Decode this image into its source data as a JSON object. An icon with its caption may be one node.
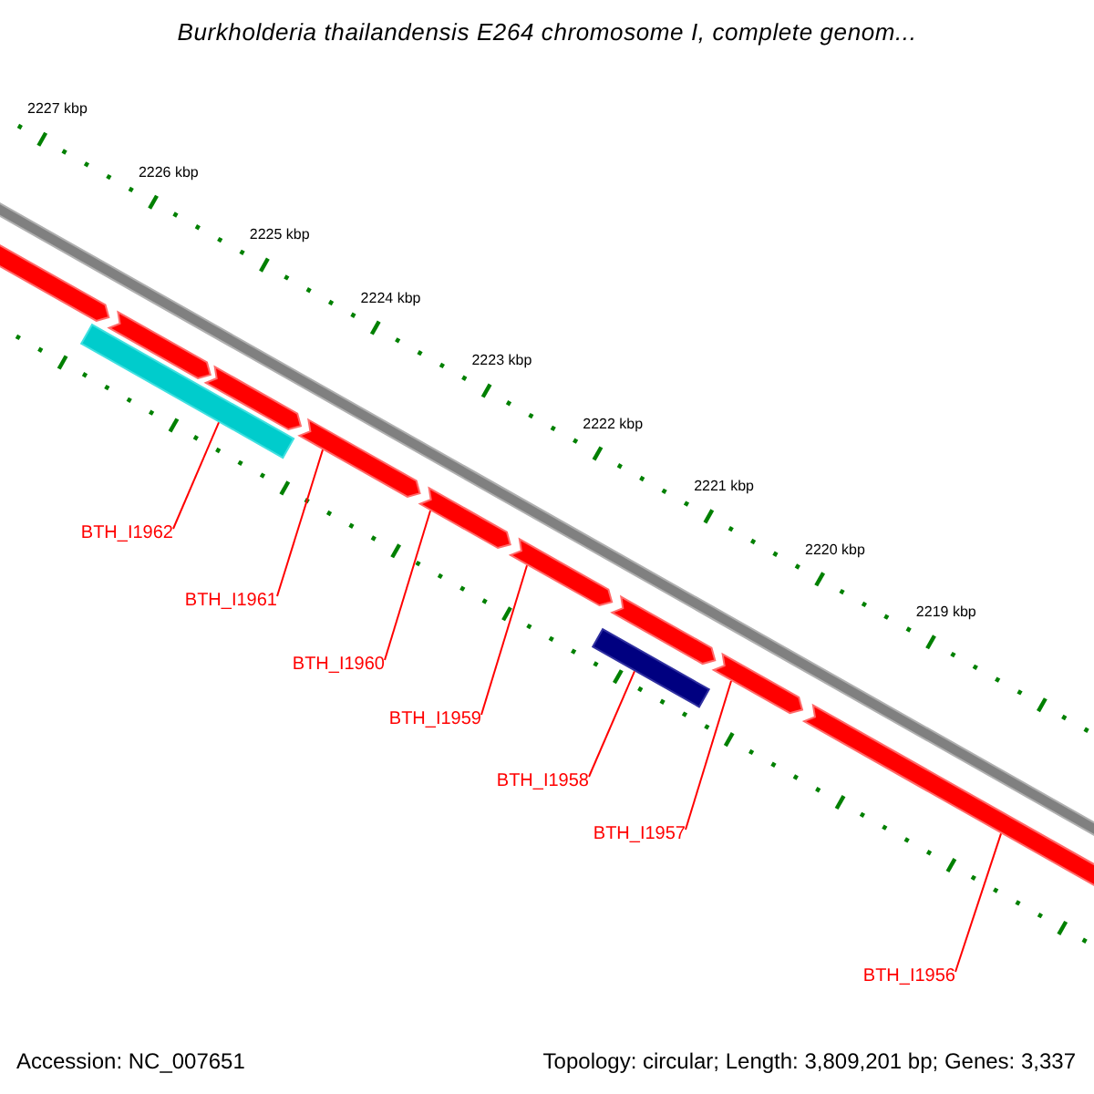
{
  "diagram": {
    "title": "Burkholderia thailandensis E264 chromosome I, complete genom...",
    "nodes": [
      {
        "text": [],
        "shape": "bar"
      },
      {
        "text": [],
        "shape": "bar"
      },
      {
        "text": [],
        "shape": "bar"
      },
      {
        "text": [],
        "shape": "bar"
      },
      {
        "text": [],
        "shape": "bar"
      },
      {
        "text": [],
        "shape": "bar"
      },
      {
        "text": [],
        "shape": "bar"
      },
      {
        "text": [],
        "shape": "bar"
      },
      {
        "text": [],
        "shape": "bar"
      },
      {
        "text": [],
        "shape": "bar"
      },
      {
        "text": [],
        "shape": "bar"
      },
      {
        "text": [
          "BTH_I1962"
        ]
      },
      {
        "text": [
          "BTH_I1961"
        ]
      },
      {
        "text": [
          "BTH_I1960"
        ]
      },
      {
        "text": [
          "BTH_I1959"
        ]
      },
      {
        "text": [
          "BTH_I1958"
        ]
      },
      {
        "text": [
          "BTH_I1957"
        ]
      },
      {
        "text": [
          "BTH_I1956"
        ]
      }
    ],
    "edges": [
      {
        "from": 11,
        "to": 1,
        "arrow": "none"
      },
      {
        "from": 12,
        "to": 4,
        "arrow": "none"
      },
      {
        "from": 13,
        "to": 5,
        "arrow": "none"
      },
      {
        "from": 14,
        "to": 6,
        "arrow": "none"
      },
      {
        "from": 15,
        "to": 7,
        "arrow": "none"
      },
      {
        "from": 16,
        "to": 9,
        "arrow": "none"
      },
      {
        "from": 17,
        "to": 10,
        "arrow": "none"
      }
    ],
    "labels": [
      "2227 kbp",
      "2226 kbp",
      "2225 kbp",
      "2224 kbp",
      "2223 kbp",
      "2222 kbp",
      "2221 kbp",
      "2220 kbp",
      "2219 kbp",
      "Accession: NC_007651",
      "Topology: circular; Length: 3,809,201 bp; Genes: 3,337"
    ]
  }
}
